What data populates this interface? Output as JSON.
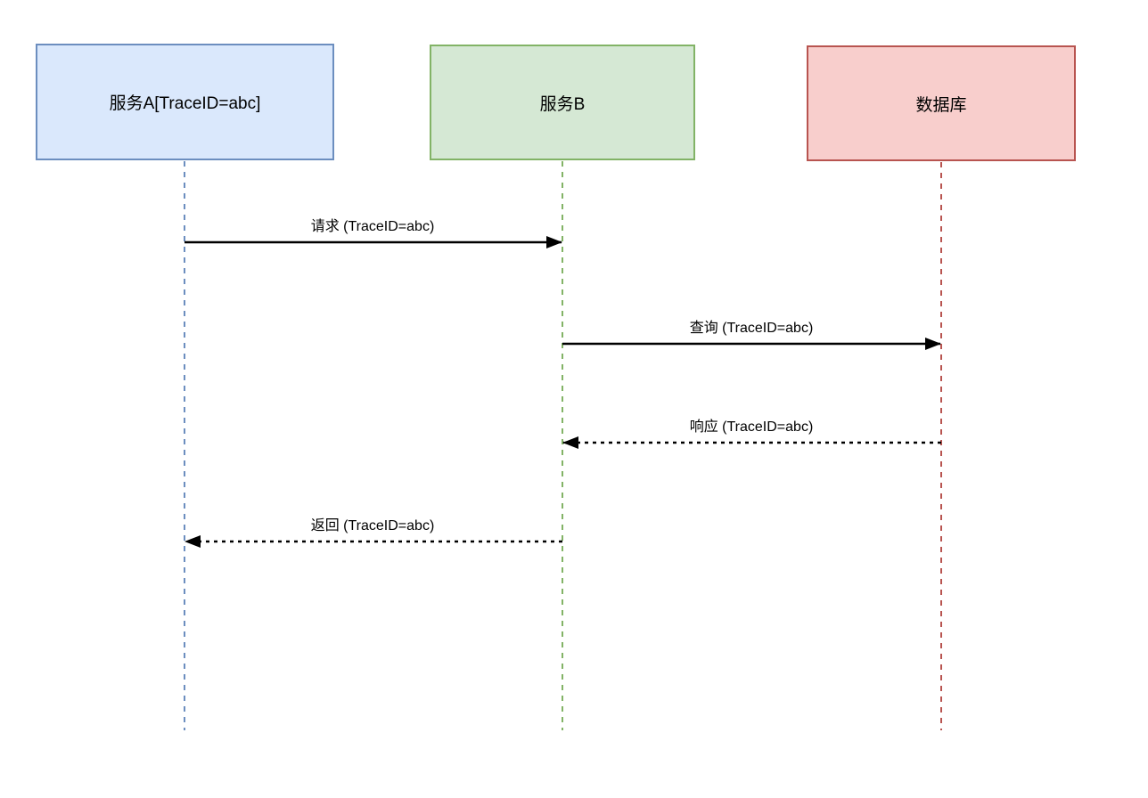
{
  "diagram": {
    "type": "sequence-diagram",
    "background_color": "#ffffff",
    "text_color": "#000000",
    "arrow_color": "#000000",
    "actors": [
      {
        "id": "service-a",
        "label": "服务A[TraceID=abc]",
        "fill": "#dae8fc",
        "border": "#6c8ebf"
      },
      {
        "id": "service-b",
        "label": "服务B",
        "fill": "#d5e8d4",
        "border": "#82b366"
      },
      {
        "id": "database",
        "label": "数据库",
        "fill": "#f8cecc",
        "border": "#b85450"
      }
    ],
    "messages": [
      {
        "label": "请求 (TraceID=abc)",
        "from": "service-a",
        "to": "service-b",
        "line_style": "solid",
        "direction": "right"
      },
      {
        "label": "查询 (TraceID=abc)",
        "from": "service-b",
        "to": "database",
        "line_style": "solid",
        "direction": "right"
      },
      {
        "label": "响应 (TraceID=abc)",
        "from": "database",
        "to": "service-b",
        "line_style": "dashed",
        "direction": "left"
      },
      {
        "label": "返回 (TraceID=abc)",
        "from": "service-b",
        "to": "service-a",
        "line_style": "dashed",
        "direction": "left"
      }
    ]
  }
}
